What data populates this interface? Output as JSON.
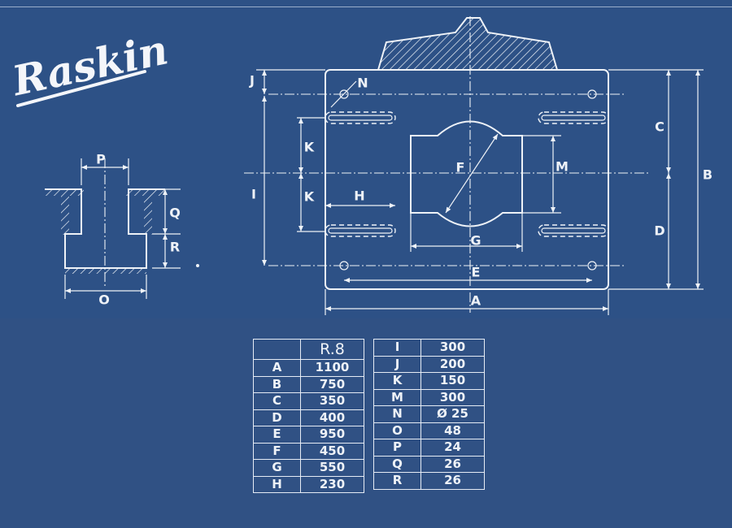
{
  "brand": "Raskin",
  "drawing": {
    "main_view_labels": {
      "A": "A",
      "B": "B",
      "C": "C",
      "D": "D",
      "E": "E",
      "F": "F",
      "G": "G",
      "H": "H",
      "I": "I",
      "J": "J",
      "K1": "K",
      "K2": "K",
      "M": "M",
      "N": "N"
    },
    "slot_view_labels": {
      "P": "P",
      "Q": "Q",
      "R": "R",
      "O": "O"
    }
  },
  "spec_table": {
    "model": "R.8",
    "left": [
      {
        "key": "A",
        "value": "1100"
      },
      {
        "key": "B",
        "value": "750"
      },
      {
        "key": "C",
        "value": "350"
      },
      {
        "key": "D",
        "value": "400"
      },
      {
        "key": "E",
        "value": "950"
      },
      {
        "key": "F",
        "value": "450"
      },
      {
        "key": "G",
        "value": "550"
      },
      {
        "key": "H",
        "value": "230"
      }
    ],
    "right": [
      {
        "key": "I",
        "value": "300"
      },
      {
        "key": "J",
        "value": "200"
      },
      {
        "key": "K",
        "value": "150"
      },
      {
        "key": "M",
        "value": "300"
      },
      {
        "key": "N",
        "value": "Ø 25"
      },
      {
        "key": "O",
        "value": "48"
      },
      {
        "key": "P",
        "value": "24"
      },
      {
        "key": "Q",
        "value": "26"
      },
      {
        "key": "R",
        "value": "26"
      }
    ]
  }
}
